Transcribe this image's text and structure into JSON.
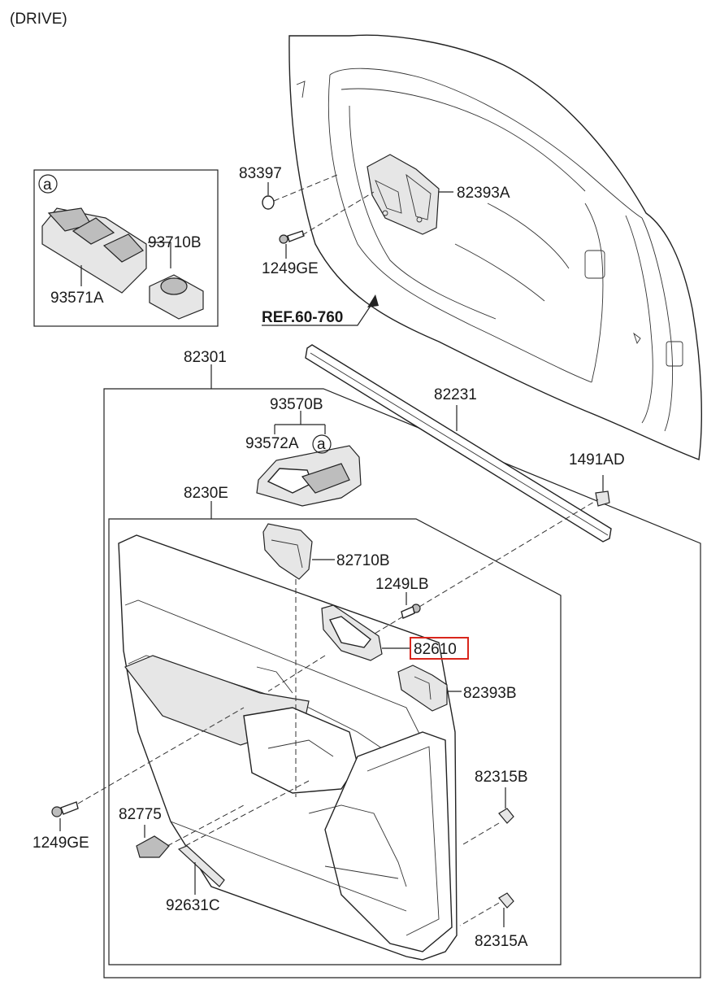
{
  "header": {
    "title": "(DRIVE)"
  },
  "inset": {
    "marker": "a"
  },
  "labels": {
    "p83397": "83397",
    "p82393A": "82393A",
    "p1249GE_top": "1249GE",
    "ref": "REF.60-760",
    "p93710B": "93710B",
    "p93571A": "93571A",
    "p82301": "82301",
    "p82231": "82231",
    "p93570B": "93570B",
    "p93572A": "93572A",
    "marker_a": "a",
    "p1491AD": "1491AD",
    "p8230E": "8230E",
    "p82710B": "82710B",
    "p1249LB": "1249LB",
    "p82610": "82610",
    "p82393B": "82393B",
    "p82315B": "82315B",
    "p82775": "82775",
    "p1249GE_bottom": "1249GE",
    "p92631C": "92631C",
    "p82315A": "82315A"
  },
  "highlight": {
    "part": "82610",
    "color": "#d9261c"
  }
}
